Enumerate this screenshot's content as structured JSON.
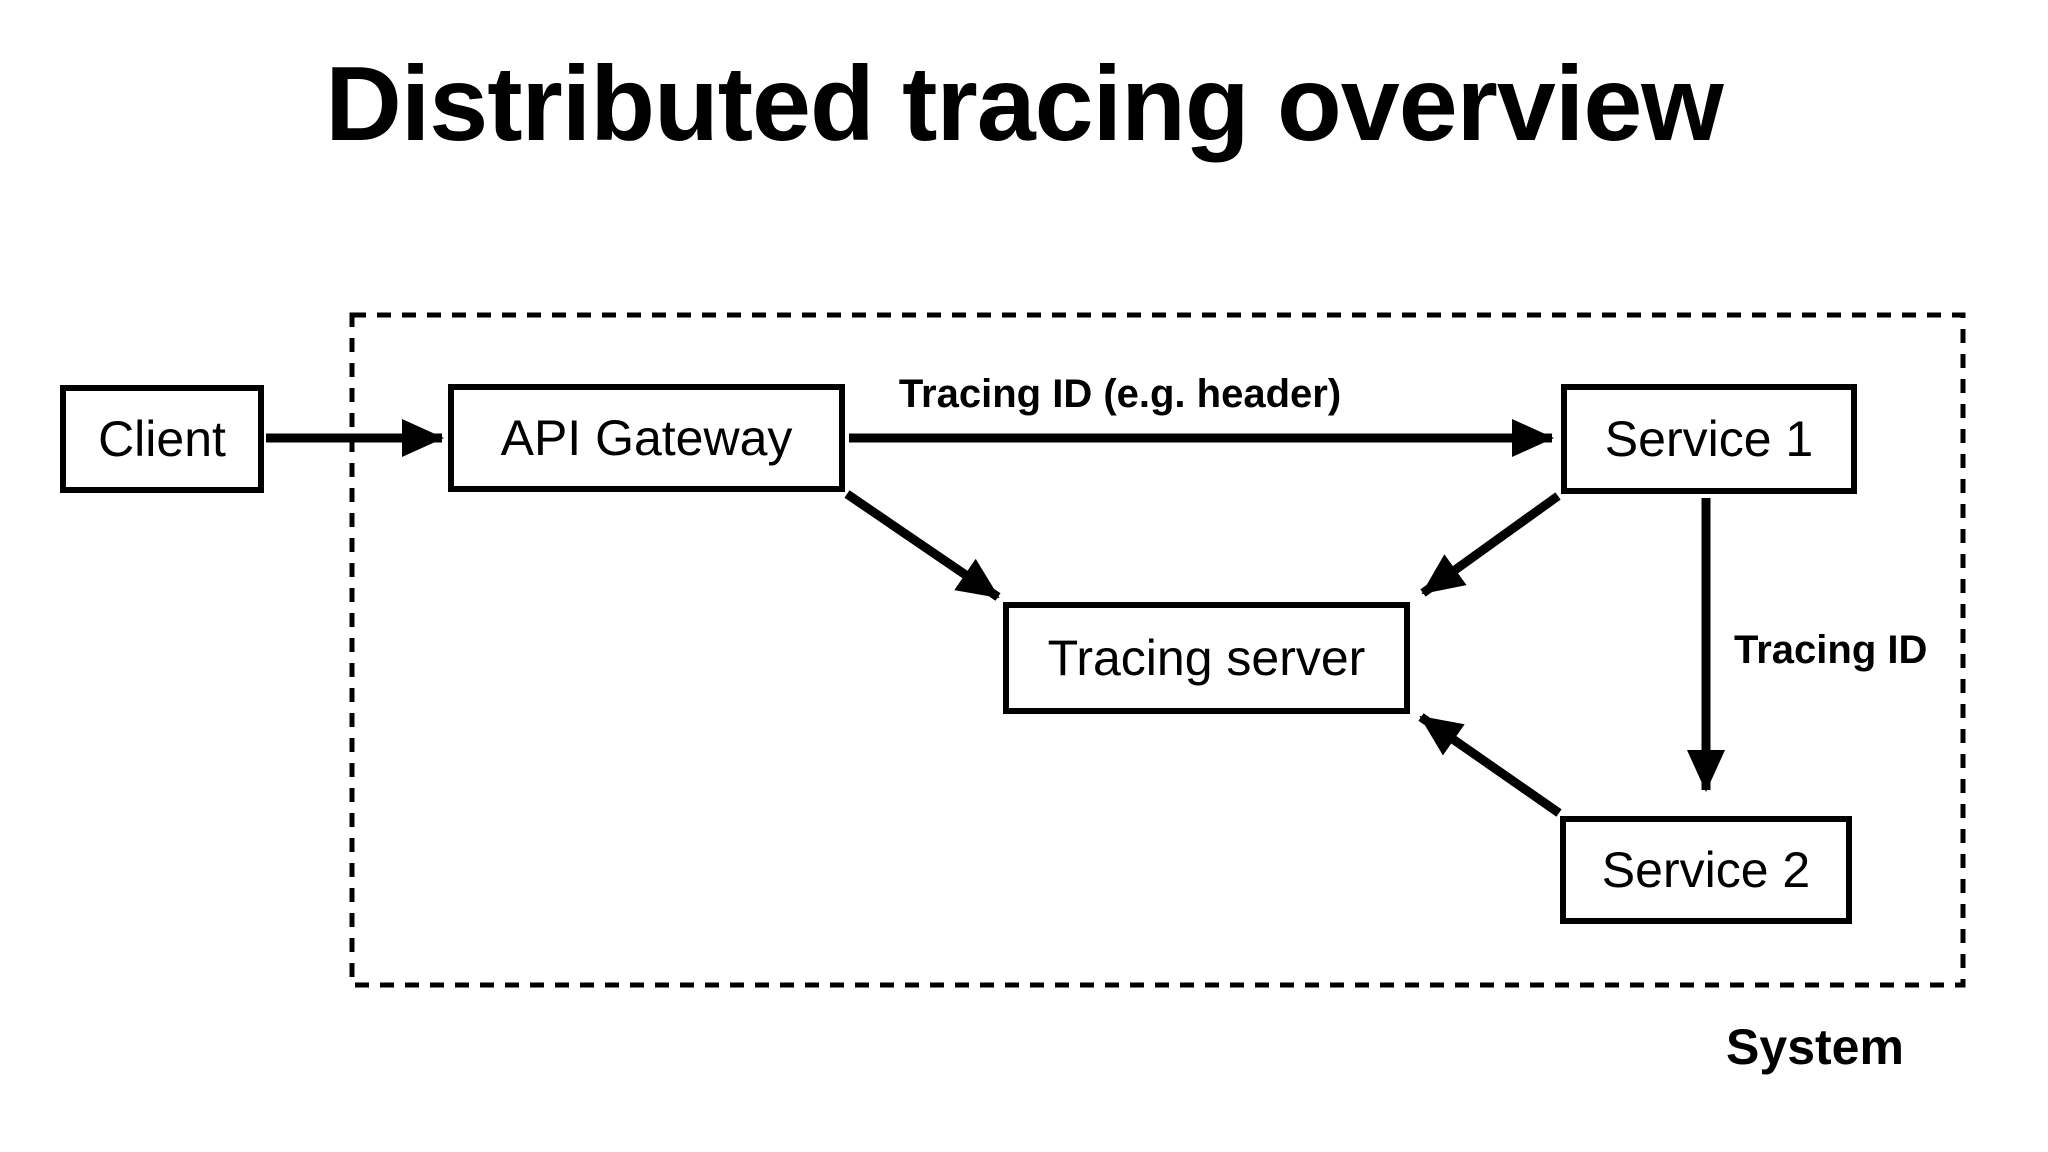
{
  "title": "Distributed tracing overview",
  "diagram": {
    "container_label": "System",
    "nodes": {
      "client": {
        "label": "Client"
      },
      "api_gateway": {
        "label": "API Gateway"
      },
      "service_1": {
        "label": "Service 1"
      },
      "tracing_server": {
        "label": "Tracing server"
      },
      "service_2": {
        "label": "Service 2"
      }
    },
    "edges": [
      {
        "from": "Client",
        "to": "API Gateway",
        "label": ""
      },
      {
        "from": "API Gateway",
        "to": "Service 1",
        "label": "Tracing ID (e.g. header)"
      },
      {
        "from": "API Gateway",
        "to": "Tracing server",
        "label": ""
      },
      {
        "from": "Service 1",
        "to": "Tracing server",
        "label": ""
      },
      {
        "from": "Service 1",
        "to": "Service 2",
        "label": "Tracing ID"
      },
      {
        "from": "Service 2",
        "to": "Tracing server",
        "label": ""
      }
    ],
    "colors": {
      "stroke": "#000000",
      "background": "#ffffff"
    }
  }
}
